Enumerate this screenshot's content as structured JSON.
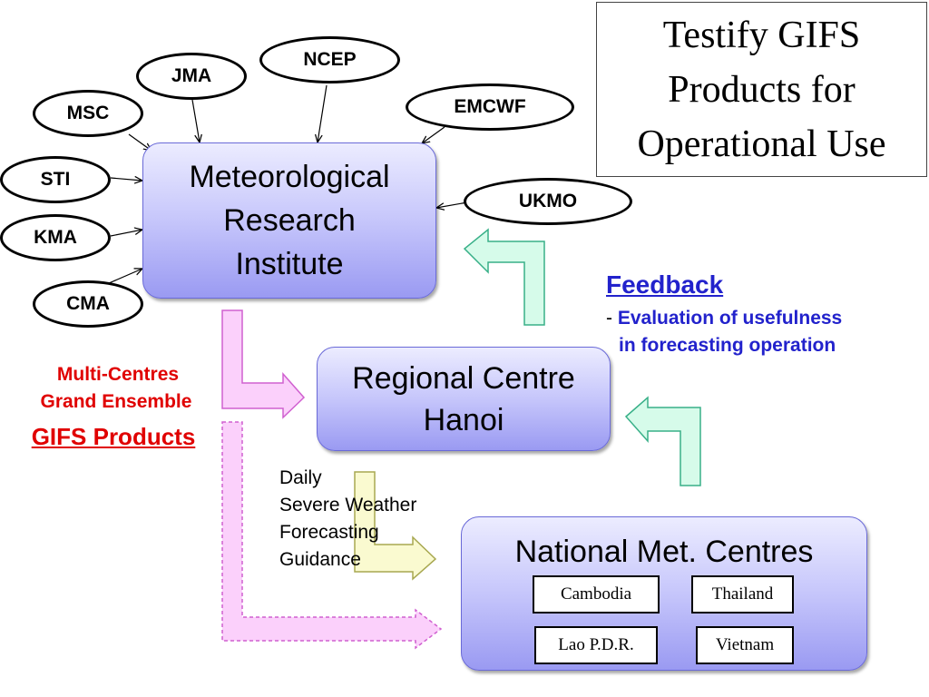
{
  "title": {
    "lines": [
      "Testify GIFS",
      "Products for",
      "Operational Use"
    ]
  },
  "centres": [
    "NCEP",
    "JMA",
    "EMCWF",
    "MSC",
    "STI",
    "UKMO",
    "KMA",
    "CMA"
  ],
  "mri": {
    "lines": [
      "Meteorological",
      "Research",
      "Institute"
    ]
  },
  "regional": {
    "lines": [
      "Regional Centre",
      "Hanoi"
    ]
  },
  "national": {
    "title": "National Met. Centres",
    "countries": [
      "Cambodia",
      "Thailand",
      "Lao P.D.R.",
      "Vietnam"
    ]
  },
  "products": {
    "line1": "Multi-Centres",
    "line2": "Grand Ensemble",
    "line3": "GIFS Products"
  },
  "feedback": {
    "heading": "Feedback",
    "dash": "-",
    "line1": "Evaluation of usefulness",
    "line2": "in forecasting operation"
  },
  "guidance": {
    "lines": [
      "Daily",
      "Severe Weather",
      "Forecasting",
      "Guidance"
    ]
  },
  "colors": {
    "node_fill": "#b4b4f6",
    "pink_arrow": "#fbd0fb",
    "mint_arrow": "#d6fbea",
    "yellow_arrow": "#fafad0",
    "red_text": "#e00000",
    "blue_text": "#2222cc"
  }
}
